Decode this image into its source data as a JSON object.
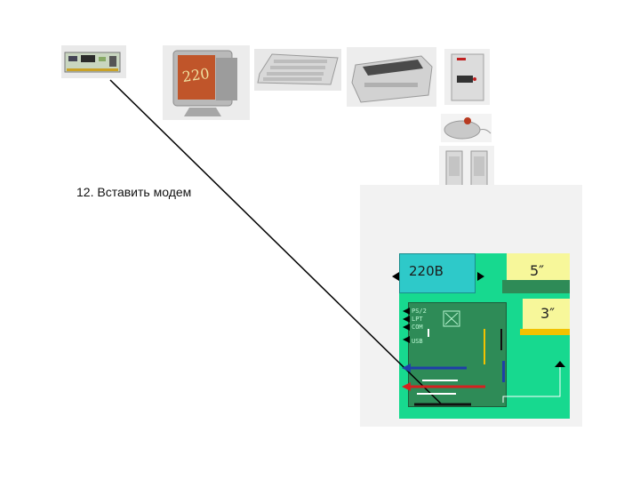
{
  "caption": "12. Вставить модем",
  "diagram": {
    "psu_label": "220В",
    "bay5_label": "5″",
    "bay3_label": "3″",
    "ports": [
      "PS/2",
      "LPT",
      "COM",
      "USB"
    ]
  },
  "photos": [
    "modem-photo",
    "monitor-photo",
    "keyboard-photo",
    "printer-photo",
    "ups-photo",
    "mouse-photo",
    "speakers-photo"
  ],
  "monitor_screen_text": "220",
  "colors": {
    "case": "#17d98f",
    "psu": "#2ec9c9",
    "bay": "#f7f79a",
    "motherboard": "#2e8b57",
    "blue_card": "#1f3fa8",
    "red_card": "#d42020",
    "yellow_bar": "#f2c200"
  }
}
